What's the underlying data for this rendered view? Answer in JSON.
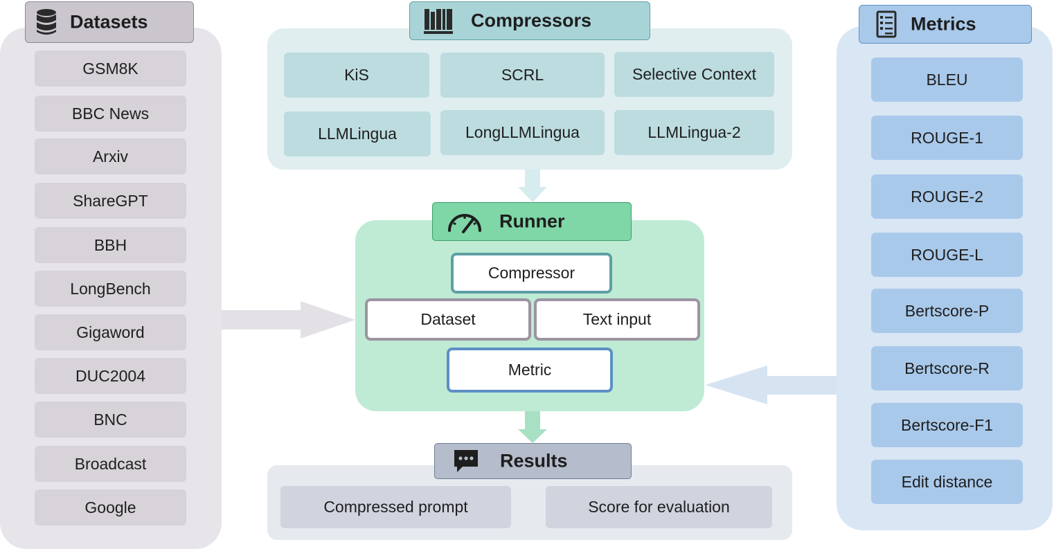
{
  "datasets": {
    "title": "Datasets",
    "items": [
      "GSM8K",
      "BBC News",
      "Arxiv",
      "ShareGPT",
      "BBH",
      "LongBench",
      "Gigaword",
      "DUC2004",
      "BNC",
      "Broadcast",
      "Google"
    ]
  },
  "compressors": {
    "title": "Compressors",
    "items": [
      "KiS",
      "SCRL",
      "Selective Context",
      "LLMLingua",
      "LongLLMLingua",
      "LLMLingua-2"
    ]
  },
  "metrics": {
    "title": "Metrics",
    "items": [
      "BLEU",
      "ROUGE-1",
      "ROUGE-2",
      "ROUGE-L",
      "Bertscore-P",
      "Bertscore-R",
      "Bertscore-F1",
      "Edit distance"
    ]
  },
  "runner": {
    "title": "Runner",
    "compressor": "Compressor",
    "dataset": "Dataset",
    "text_input": "Text input",
    "metric": "Metric"
  },
  "results": {
    "title": "Results",
    "items": [
      "Compressed prompt",
      "Score for evaluation"
    ]
  },
  "icons": {
    "datasets": "database-icon",
    "compressors": "library-books-icon",
    "metrics": "checklist-icon",
    "runner": "speedometer-icon",
    "results": "chat-bubble-icon"
  },
  "colors": {
    "datasets": "#cbc5cd",
    "compressors": "#a9d4d7",
    "metrics": "#a9c9ea",
    "runner": "#7fd6a6",
    "results": "#b5bccb"
  }
}
